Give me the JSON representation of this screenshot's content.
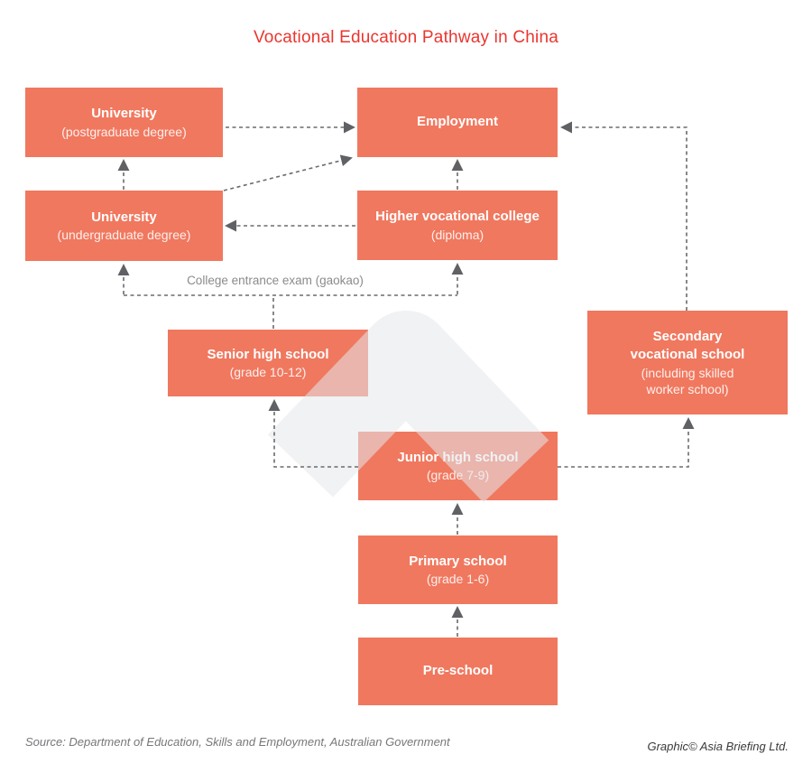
{
  "title": "Vocational Education Pathway in China",
  "colors": {
    "box": "#f0785f",
    "title_red": "#ea352f",
    "arrow_gray": "#626366",
    "label_gray": "#8a8b8d",
    "watermark": "#edeff1"
  },
  "nodes": {
    "univ_postgrad": {
      "title": "University",
      "subtitle": "(postgraduate degree)"
    },
    "employment": {
      "title": "Employment"
    },
    "univ_undergrad": {
      "title": "University",
      "subtitle": "(undergraduate degree)"
    },
    "higher_voc": {
      "title": "Higher vocational college",
      "subtitle": "(diploma)"
    },
    "senior_high": {
      "title": "Senior high school",
      "subtitle": "(grade 10-12)"
    },
    "secondary_voc": {
      "title": "Secondary vocational school",
      "subtitle": "(including skilled worker school)"
    },
    "junior_high": {
      "title": "Junior high school",
      "subtitle": "(grade 7-9)"
    },
    "primary": {
      "title": "Primary school",
      "subtitle": "(grade 1-6)"
    },
    "pre_school": {
      "title": "Pre-school"
    }
  },
  "edge_label": "College entrance exam (gaokao)",
  "edges": [
    {
      "from": "pre_school",
      "to": "primary"
    },
    {
      "from": "primary",
      "to": "junior_high"
    },
    {
      "from": "junior_high",
      "to": "senior_high"
    },
    {
      "from": "junior_high",
      "to": "secondary_voc"
    },
    {
      "from": "senior_high",
      "to": "univ_undergrad",
      "label": "College entrance exam (gaokao)"
    },
    {
      "from": "senior_high",
      "to": "higher_voc",
      "label": "College entrance exam (gaokao)"
    },
    {
      "from": "univ_undergrad",
      "to": "univ_postgrad"
    },
    {
      "from": "univ_undergrad",
      "to": "employment"
    },
    {
      "from": "univ_postgrad",
      "to": "employment"
    },
    {
      "from": "higher_voc",
      "to": "univ_undergrad"
    },
    {
      "from": "higher_voc",
      "to": "employment"
    },
    {
      "from": "secondary_voc",
      "to": "employment"
    }
  ],
  "footer": {
    "source": "Source: Department of Education, Skills and Employment, Australian Government",
    "credit": "Graphic© Asia Briefing Ltd."
  }
}
